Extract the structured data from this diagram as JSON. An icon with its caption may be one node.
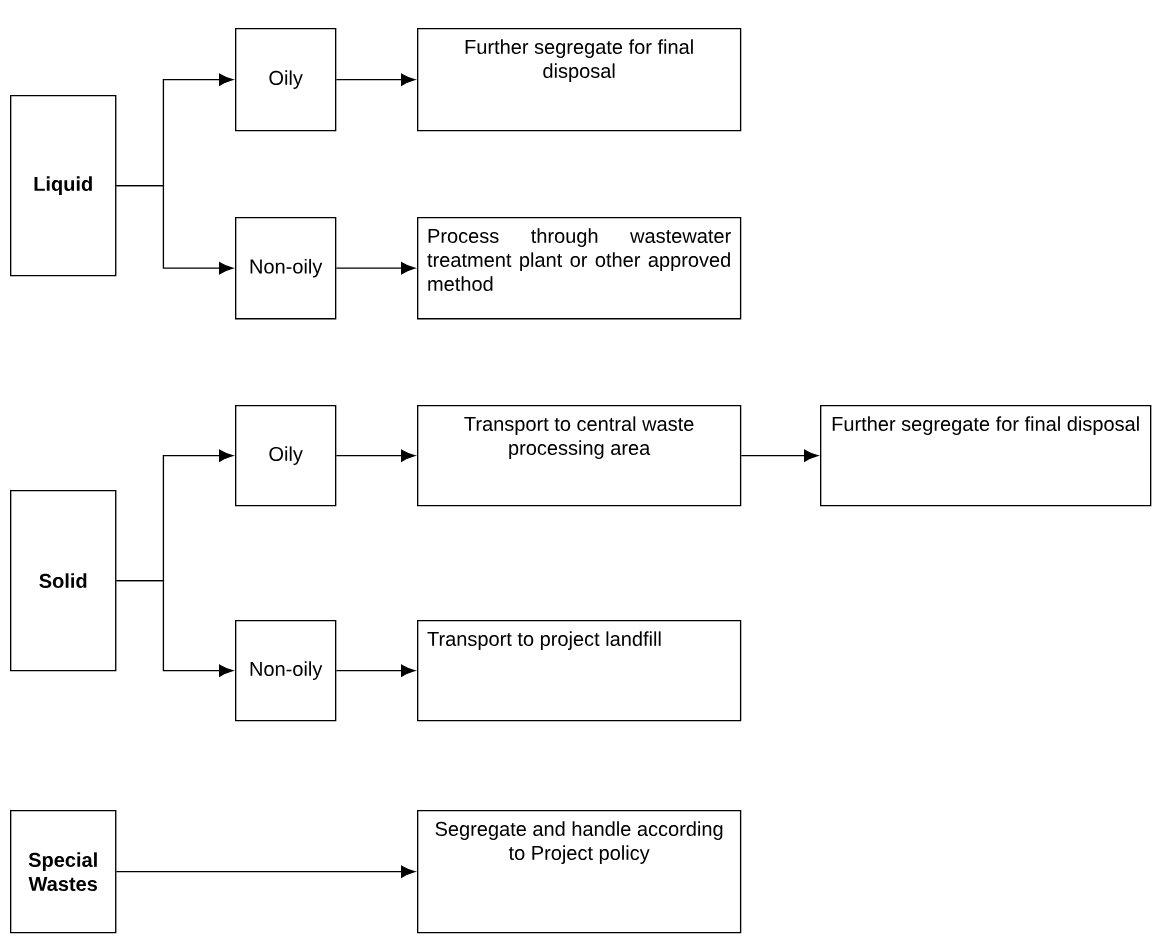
{
  "diagram": {
    "nodes": [
      {
        "text": [
          "**Liquid**"
        ]
      },
      {
        "text": [
          "Oily"
        ]
      },
      {
        "text": [
          "Further segregate for final disposal"
        ]
      },
      {
        "text": [
          "Non-oily"
        ]
      },
      {
        "text": [
          "Process through wastewater treatment plant or other approved method"
        ]
      },
      {
        "text": [
          "**Solid**"
        ]
      },
      {
        "text": [
          "Oily"
        ]
      },
      {
        "text": [
          "Transport to central waste processing area"
        ]
      },
      {
        "text": [
          "Further segregate for final disposal"
        ]
      },
      {
        "text": [
          "Non-oily"
        ]
      },
      {
        "text": [
          "Transport to project landfill"
        ]
      },
      {
        "text": [
          "**Special Wastes**"
        ]
      },
      {
        "text": [
          "Segregate and handle according to Project policy"
        ]
      }
    ],
    "edges": [
      {
        "from": 0,
        "to": 1,
        "arrow": "to"
      },
      {
        "from": 0,
        "to": 3,
        "arrow": "to"
      },
      {
        "from": 1,
        "to": 2,
        "arrow": "to"
      },
      {
        "from": 3,
        "to": 4,
        "arrow": "to"
      },
      {
        "from": 5,
        "to": 6,
        "arrow": "to"
      },
      {
        "from": 5,
        "to": 9,
        "arrow": "to"
      },
      {
        "from": 6,
        "to": 7,
        "arrow": "to"
      },
      {
        "from": 7,
        "to": 8,
        "arrow": "to"
      },
      {
        "from": 9,
        "to": 10,
        "arrow": "to"
      },
      {
        "from": 11,
        "to": 12,
        "arrow": "to"
      }
    ]
  }
}
